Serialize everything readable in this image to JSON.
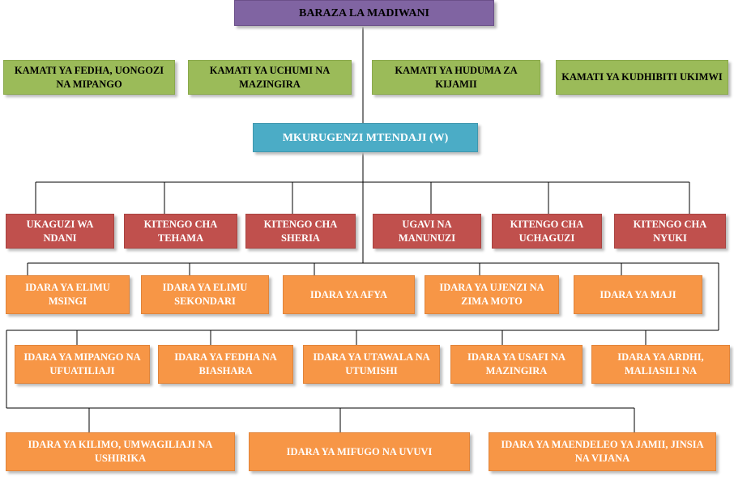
{
  "council": {
    "label": "BARAZA LA MADIWANI",
    "color": "#8064a2"
  },
  "committees": [
    {
      "label": "KAMATI YA FEDHA, UONGOZI NA MIPANGO"
    },
    {
      "label": "KAMATI YA UCHUMI NA MAZINGIRA"
    },
    {
      "label": "KAMATI YA HUDUMA ZA KIJAMII"
    },
    {
      "label": "KAMATI YA KUDHIBITI UKIMWI"
    }
  ],
  "director": {
    "label": "MKURUGENZI MTENDAJI (W)",
    "color": "#4bacc6"
  },
  "units": [
    {
      "label": "UKAGUZI WA NDANI"
    },
    {
      "label": "KITENGO CHA TEHAMA"
    },
    {
      "label": "KITENGO CHA SHERIA"
    },
    {
      "label": "UGAVI NA MANUNUZI"
    },
    {
      "label": "KITENGO CHA UCHAGUZI"
    },
    {
      "label": "KITENGO CHA NYUKI"
    }
  ],
  "departments_row1": [
    {
      "label": "IDARA YA ELIMU MSINGI"
    },
    {
      "label": "IDARA YA ELIMU SEKONDARI"
    },
    {
      "label": "IDARA YA AFYA"
    },
    {
      "label": "IDARA YA UJENZI NA ZIMA MOTO"
    },
    {
      "label": "IDARA YA MAJI"
    }
  ],
  "departments_row2": [
    {
      "label": "IDARA YA MIPANGO NA UFUATILIAJI"
    },
    {
      "label": "IDARA YA FEDHA NA BIASHARA"
    },
    {
      "label": "IDARA YA UTAWALA NA UTUMISHI"
    },
    {
      "label": "IDARA YA USAFI NA MAZINGIRA"
    },
    {
      "label": "IDARA YA ARDHI, MALIASILI NA"
    }
  ],
  "departments_row3": [
    {
      "label": "IDARA YA KILIMO, UMWAGILIAJI NA USHIRIKA"
    },
    {
      "label": "IDARA YA MIFUGO NA UVUVI"
    },
    {
      "label": "IDARA YA MAENDELEO YA JAMII, JINSIA NA VIJANA"
    }
  ],
  "colors": {
    "committee": "#9bbb59",
    "unit": "#c0504d",
    "department": "#f79646",
    "line": "#000000"
  }
}
